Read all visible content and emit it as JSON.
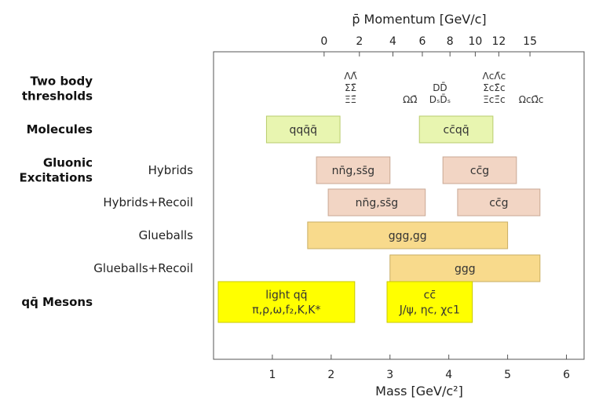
{
  "chart_data": {
    "type": "range-bar",
    "xlabel": "Mass [GeV/c²]",
    "x2label": "p̄ Momentum [GeV/c]",
    "xlim": [
      0,
      6.3
    ],
    "x_ticks": [
      "1",
      "2",
      "3",
      "4",
      "5",
      "6"
    ],
    "x_tick_values": [
      1,
      2,
      3,
      4,
      5,
      6
    ],
    "top_ticks": [
      {
        "label": "0",
        "mass": 1.88
      },
      {
        "label": "2",
        "mass": 2.48
      },
      {
        "label": "4",
        "mass": 3.05
      },
      {
        "label": "6",
        "mass": 3.55
      },
      {
        "label": "8",
        "mass": 4.02
      },
      {
        "label": "10",
        "mass": 4.45
      },
      {
        "label": "12",
        "mass": 4.85
      },
      {
        "label": "15",
        "mass": 5.38
      }
    ],
    "rows": [
      {
        "label": "Two body\nthresholds",
        "bold": true
      },
      {
        "label": "Molecules",
        "bold": true
      },
      {
        "label": "Gluonic\nExcitations",
        "bold": true,
        "sublabel": "Hybrids"
      },
      {
        "label": "Hybrids+Recoil",
        "bold": false
      },
      {
        "label": "Glueballs",
        "bold": false
      },
      {
        "label": "Glueballs+Recoil",
        "bold": false
      },
      {
        "label": "qq̄ Mesons",
        "bold": true
      }
    ],
    "thresholds": [
      {
        "lines": [
          "ΛΛ̄",
          "ΣΣ̄",
          "ΞΞ̄"
        ],
        "mass": 2.33
      },
      {
        "lines": [
          "ΩΩ̄"
        ],
        "mass": 3.34
      },
      {
        "lines": [
          "DD̄",
          "DₛD̄ₛ"
        ],
        "mass": 3.85
      },
      {
        "lines": [
          "ΛcΛ̄c",
          "ΣcΣ̄c",
          "ΞcΞ̄c"
        ],
        "mass": 4.77
      },
      {
        "lines": [
          "ΩcΩ̄c"
        ],
        "mass": 5.4
      }
    ],
    "boxes": [
      {
        "row": 1,
        "label": "qqq̄q̄",
        "start": 0.9,
        "end": 2.15,
        "color": "#e8f5b0",
        "stroke": "#b9cc6e"
      },
      {
        "row": 1,
        "label": "cc̄qq̄",
        "start": 3.5,
        "end": 4.75,
        "color": "#e8f5b0",
        "stroke": "#b9cc6e"
      },
      {
        "row": 2,
        "label": "nn̄g,ss̄g",
        "start": 1.75,
        "end": 3.0,
        "color": "#f2d5c4",
        "stroke": "#c9a894"
      },
      {
        "row": 2,
        "label": "cc̄g",
        "start": 3.9,
        "end": 5.15,
        "color": "#f2d5c4",
        "stroke": "#c9a894"
      },
      {
        "row": 3,
        "label": "nn̄g,ss̄g",
        "start": 1.95,
        "end": 3.6,
        "color": "#f2d5c4",
        "stroke": "#c9a894"
      },
      {
        "row": 3,
        "label": "cc̄g",
        "start": 4.15,
        "end": 5.55,
        "color": "#f2d5c4",
        "stroke": "#c9a894"
      },
      {
        "row": 4,
        "label": "ggg,gg",
        "start": 1.6,
        "end": 5.0,
        "color": "#f8da8c",
        "stroke": "#c9ae63"
      },
      {
        "row": 5,
        "label": "ggg",
        "start": 3.0,
        "end": 5.55,
        "color": "#f8da8c",
        "stroke": "#c9ae63"
      },
      {
        "row": 6,
        "label": "light qq̄\nπ,ρ,ω,f₂,K,K*",
        "start": 0.08,
        "end": 2.4,
        "color": "#ffff00",
        "stroke": "#c8c800"
      },
      {
        "row": 6,
        "label": "cc̄\nJ/ψ, ηc, χc1",
        "start": 2.95,
        "end": 4.4,
        "color": "#ffff00",
        "stroke": "#c8c800"
      }
    ]
  }
}
